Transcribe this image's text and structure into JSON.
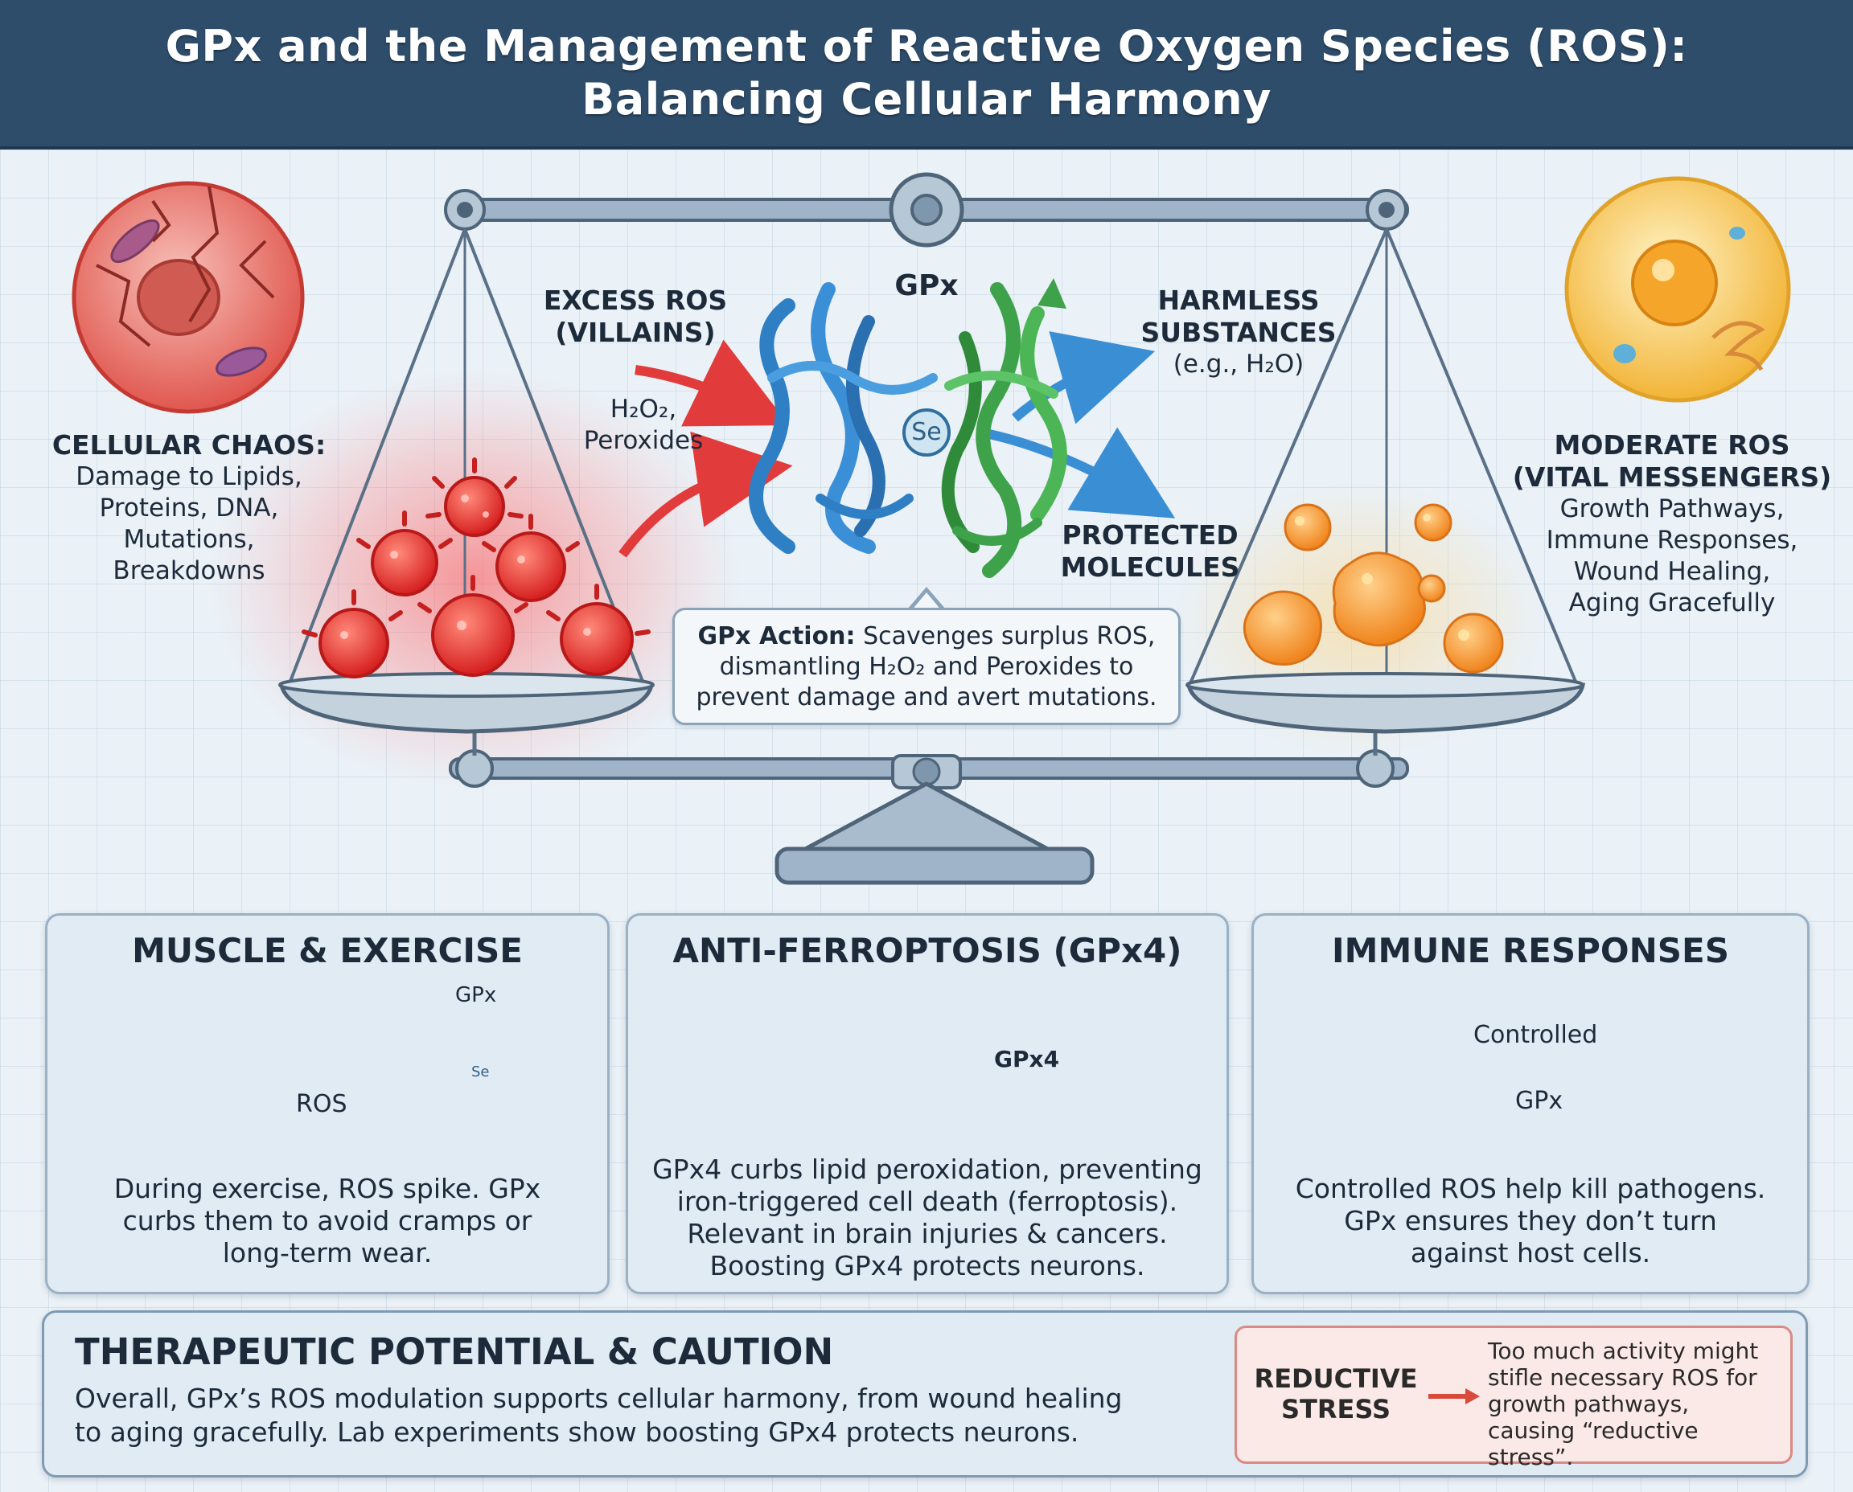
{
  "title": {
    "line1": "GPx and the Management of Reactive Oxygen Species (ROS):",
    "line2": "Balancing Cellular Harmony"
  },
  "scale": {
    "left_cell": {
      "heading": "CELLULAR CHAOS:",
      "lines": [
        "Damage to Lipids,",
        "Proteins, DNA,",
        "Mutations,",
        "Breakdowns"
      ]
    },
    "right_cell": {
      "heading1": "MODERATE ROS",
      "heading2": "(VITAL MESSENGERS)",
      "lines": [
        "Growth Pathways,",
        "Immune Responses,",
        "Wound Healing,",
        "Aging Gracefully"
      ]
    },
    "excess_ros": {
      "line1": "EXCESS ROS",
      "line2": "(VILLAINS)"
    },
    "peroxides": {
      "line1": "H₂O₂,",
      "line2": "Peroxides"
    },
    "enzyme_label": "GPx",
    "selenium_label": "Se",
    "harmless": {
      "line1": "HARMLESS",
      "line2": "SUBSTANCES",
      "line3": "(e.g., H₂O)"
    },
    "protected": {
      "line1": "PROTECTED",
      "line2": "MOLECULES"
    },
    "callout": {
      "bold": "GPx Action:",
      "line1": " Scavenges surplus ROS,",
      "line2": "dismantling H₂O₂ and Peroxides to",
      "line3": "prevent damage and avert mutations."
    }
  },
  "panels": {
    "muscle": {
      "title": "MUSCLE & EXERCISE",
      "gpx_label": "GPx",
      "ros_label": "ROS",
      "se_label": "Se",
      "lines": [
        "During exercise, ROS spike. GPx",
        "curbs them to avoid cramps or",
        "long-term wear."
      ]
    },
    "ferroptosis": {
      "title": "ANTI-FERROPTOSIS (GPx4)",
      "shield_label": "GPx4",
      "lines": [
        "GPx4 curbs lipid peroxidation, preventing",
        "iron-triggered cell death (ferroptosis).",
        "Relevant in brain injuries & cancers.",
        "Boosting GPx4 protects neurons."
      ]
    },
    "immune": {
      "title": "IMMUNE RESPONSES",
      "controlled_label": "Controlled",
      "gpx_label": "GPx",
      "lines": [
        "Controlled ROS help kill pathogens.",
        "GPx ensures they don’t turn",
        "against host cells."
      ]
    }
  },
  "therapeutic": {
    "title": "THERAPEUTIC POTENTIAL & CAUTION",
    "line1": "Overall, GPx’s ROS modulation supports cellular harmony, from wound healing",
    "line2": "to aging gracefully. Lab experiments show boosting GPx4 protects neurons.",
    "warning": {
      "label1": "REDUCTIVE",
      "label2": "STRESS",
      "lines": [
        "Too much activity might",
        "stifle necessary ROS for",
        "growth pathways,",
        "causing “reductive stress”."
      ]
    }
  },
  "colors": {
    "header": "#2e4d6b",
    "ros_red": "#e23b3b",
    "moderate_orange": "#f59a2a",
    "gpx_blue": "#2f7fc4",
    "gpx_green": "#3ea24a",
    "scale_steel": "#8ea6bd"
  }
}
